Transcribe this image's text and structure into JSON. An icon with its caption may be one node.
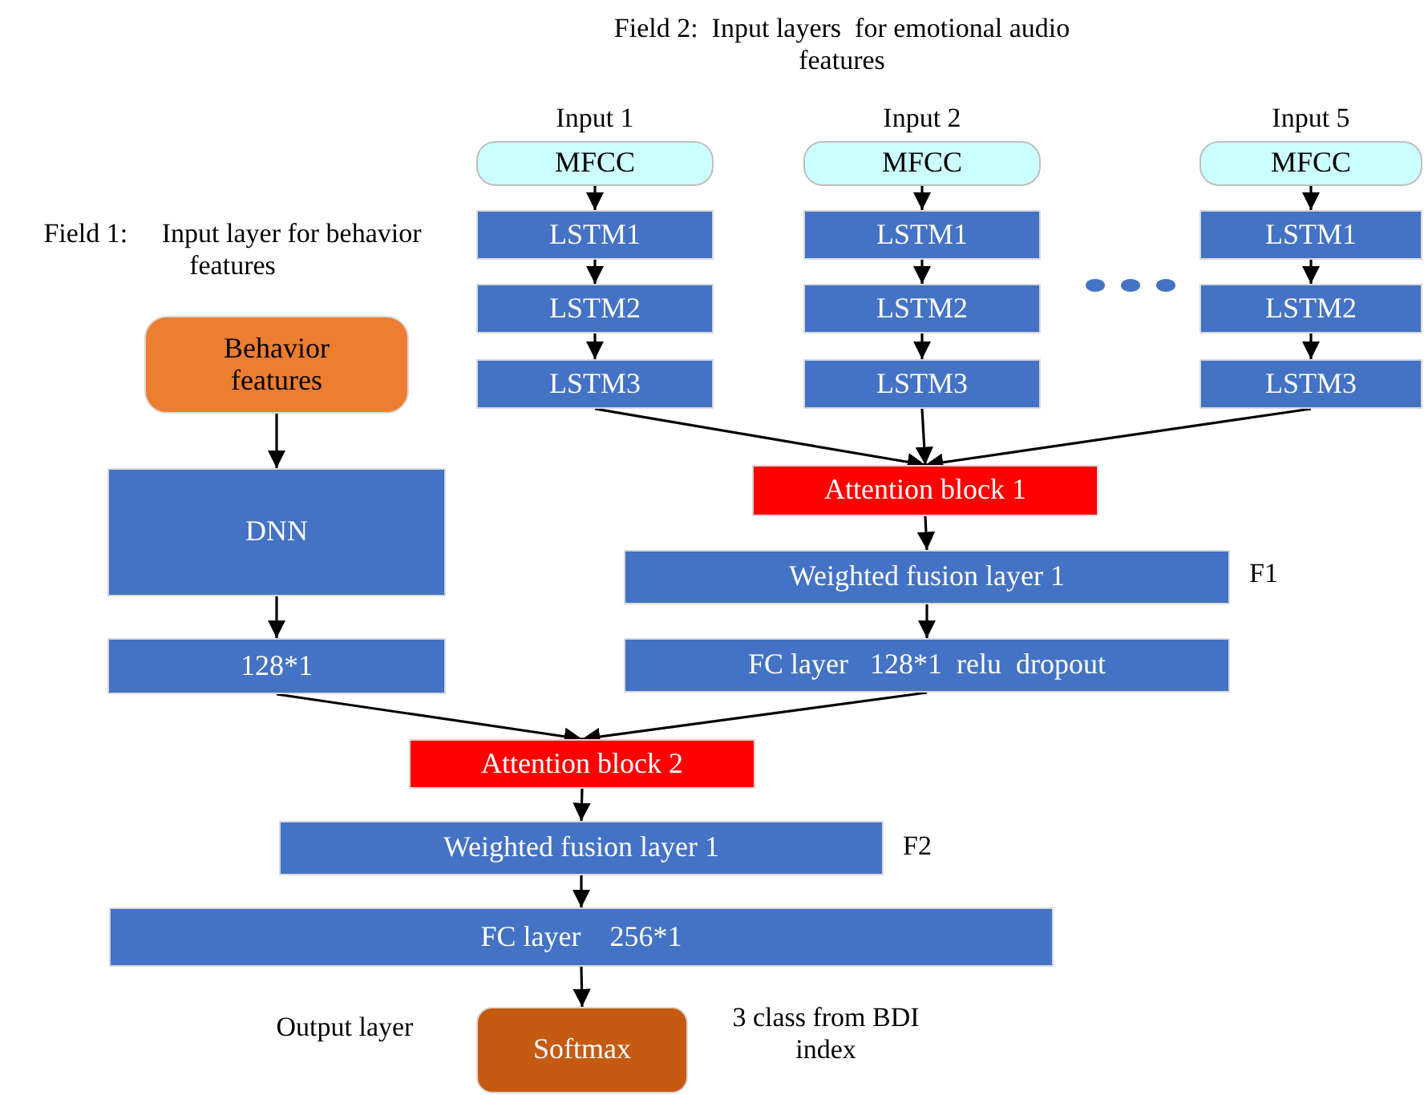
{
  "diagram": {
    "nodes": [
      {
        "text": [
          "Behavior features"
        ]
      },
      {
        "text": [
          "DNN"
        ]
      },
      {
        "text": [
          "128*1"
        ]
      },
      {
        "text": [
          "MFCC"
        ],
        "beside": [
          "Input 1"
        ]
      },
      {
        "text": [
          "LSTM1"
        ]
      },
      {
        "text": [
          "LSTM2"
        ]
      },
      {
        "text": [
          "LSTM3"
        ]
      },
      {
        "text": [
          "MFCC"
        ],
        "beside": [
          "Input 2"
        ]
      },
      {
        "text": [
          "LSTM1"
        ]
      },
      {
        "text": [
          "LSTM2"
        ]
      },
      {
        "text": [
          "LSTM3"
        ]
      },
      {
        "text": [
          "MFCC"
        ],
        "beside": [
          "Input 5"
        ]
      },
      {
        "text": [
          "LSTM1"
        ]
      },
      {
        "text": [
          "LSTM2"
        ]
      },
      {
        "text": [
          "LSTM3"
        ]
      },
      {
        "text": [
          "Attention block 1"
        ]
      },
      {
        "text": [
          "Weighted fusion layer 1"
        ],
        "beside": [
          "F1"
        ]
      },
      {
        "text": [
          "FC layer   128*1  relu  dropout"
        ]
      },
      {
        "text": [
          "Attention block 2"
        ]
      },
      {
        "text": [
          "Weighted fusion layer 1"
        ],
        "beside": [
          "F2"
        ]
      },
      {
        "text": [
          "FC layer    256*1"
        ]
      },
      {
        "text": [
          "Softmax"
        ],
        "beside": [
          "Output layer",
          "3 class from BDI index"
        ]
      }
    ],
    "edges": [
      {
        "from": 0,
        "to": 1,
        "arrow": "to"
      },
      {
        "from": 1,
        "to": 2,
        "arrow": "to"
      },
      {
        "from": 3,
        "to": 4,
        "arrow": "to"
      },
      {
        "from": 4,
        "to": 5,
        "arrow": "to"
      },
      {
        "from": 5,
        "to": 6,
        "arrow": "to"
      },
      {
        "from": 7,
        "to": 8,
        "arrow": "to"
      },
      {
        "from": 8,
        "to": 9,
        "arrow": "to"
      },
      {
        "from": 9,
        "to": 10,
        "arrow": "to"
      },
      {
        "from": 11,
        "to": 12,
        "arrow": "to"
      },
      {
        "from": 12,
        "to": 13,
        "arrow": "to"
      },
      {
        "from": 13,
        "to": 14,
        "arrow": "to"
      },
      {
        "from": 6,
        "to": 15,
        "arrow": "to"
      },
      {
        "from": 10,
        "to": 15,
        "arrow": "to"
      },
      {
        "from": 14,
        "to": 15,
        "arrow": "to"
      },
      {
        "from": 15,
        "to": 16,
        "arrow": "to"
      },
      {
        "from": 16,
        "to": 17,
        "arrow": "to"
      },
      {
        "from": 2,
        "to": 18,
        "arrow": "to"
      },
      {
        "from": 17,
        "to": 18,
        "arrow": "to"
      },
      {
        "from": 18,
        "to": 19,
        "arrow": "to"
      },
      {
        "from": 19,
        "to": 20,
        "arrow": "to"
      },
      {
        "from": 20,
        "to": 21,
        "arrow": "to"
      }
    ],
    "labels": [
      "Field 2:  Input layers  for emotional audio features",
      "Field 1:     Input layer for behavior features"
    ]
  }
}
